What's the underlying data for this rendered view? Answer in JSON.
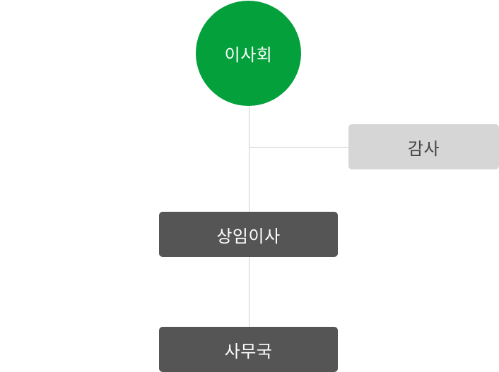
{
  "org_chart": {
    "board": {
      "label": "이사회",
      "color": "#03a03c"
    },
    "auditor": {
      "label": "감사",
      "color": "#d6d6d6"
    },
    "standing_director": {
      "label": "상임이사",
      "color": "#555555"
    },
    "secretariat": {
      "label": "사무국",
      "color": "#555555"
    },
    "connector_color": "#cccccc"
  }
}
